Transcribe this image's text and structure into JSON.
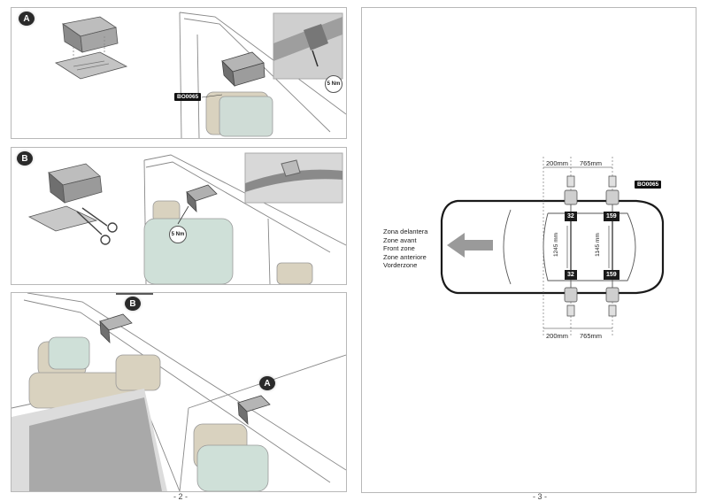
{
  "left_page": {
    "page_number": "- 2 -",
    "panel_a": {
      "badge": "A",
      "code_label": "BO0065",
      "torque_label": "5 Nm"
    },
    "panel_b": {
      "badge": "B",
      "torque_label": "5 Nm"
    },
    "panel_c": {
      "badge_b": "B",
      "badge_a": "A"
    }
  },
  "right_page": {
    "page_number": "- 3 -",
    "zone_labels": [
      "Zona delantera",
      "Zone avant",
      "Front zone",
      "Zone anteriore",
      "Vorderzone"
    ],
    "top_dims": {
      "left": "200mm",
      "right": "765mm"
    },
    "bottom_dims": {
      "left": "200mm",
      "right": "765mm"
    },
    "vertical_dims": {
      "left": "1245 mm",
      "right": "1145 mm"
    },
    "tags": {
      "front_top": "32",
      "rear_top": "159",
      "front_bottom": "32",
      "rear_bottom": "159"
    },
    "code_label": "BO0065"
  }
}
